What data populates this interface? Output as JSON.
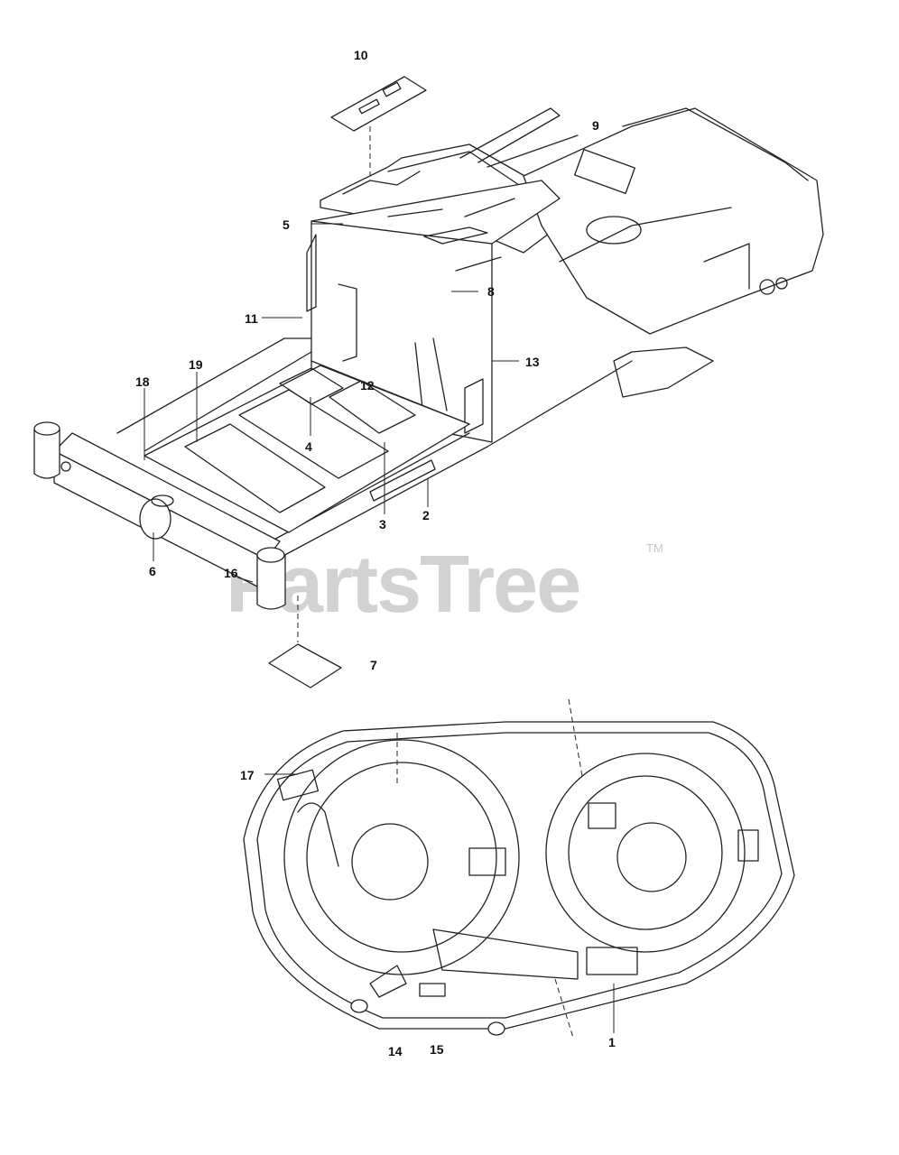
{
  "watermark": {
    "text": "PartsTree",
    "trademark": "TM",
    "color": "#d2d2d2"
  },
  "callouts": [
    {
      "id": "c10",
      "label": "10"
    },
    {
      "id": "c9",
      "label": "9"
    },
    {
      "id": "c5",
      "label": "5"
    },
    {
      "id": "c8",
      "label": "8"
    },
    {
      "id": "c11",
      "label": "11"
    },
    {
      "id": "c13",
      "label": "13"
    },
    {
      "id": "c18",
      "label": "18"
    },
    {
      "id": "c19",
      "label": "19"
    },
    {
      "id": "c12",
      "label": "12"
    },
    {
      "id": "c4",
      "label": "4"
    },
    {
      "id": "c3",
      "label": "3"
    },
    {
      "id": "c2",
      "label": "2"
    },
    {
      "id": "c6",
      "label": "6"
    },
    {
      "id": "c16",
      "label": "16"
    },
    {
      "id": "c7",
      "label": "7"
    },
    {
      "id": "c17",
      "label": "17"
    },
    {
      "id": "c14",
      "label": "14"
    },
    {
      "id": "c15",
      "label": "15"
    },
    {
      "id": "c1",
      "label": "1"
    }
  ]
}
